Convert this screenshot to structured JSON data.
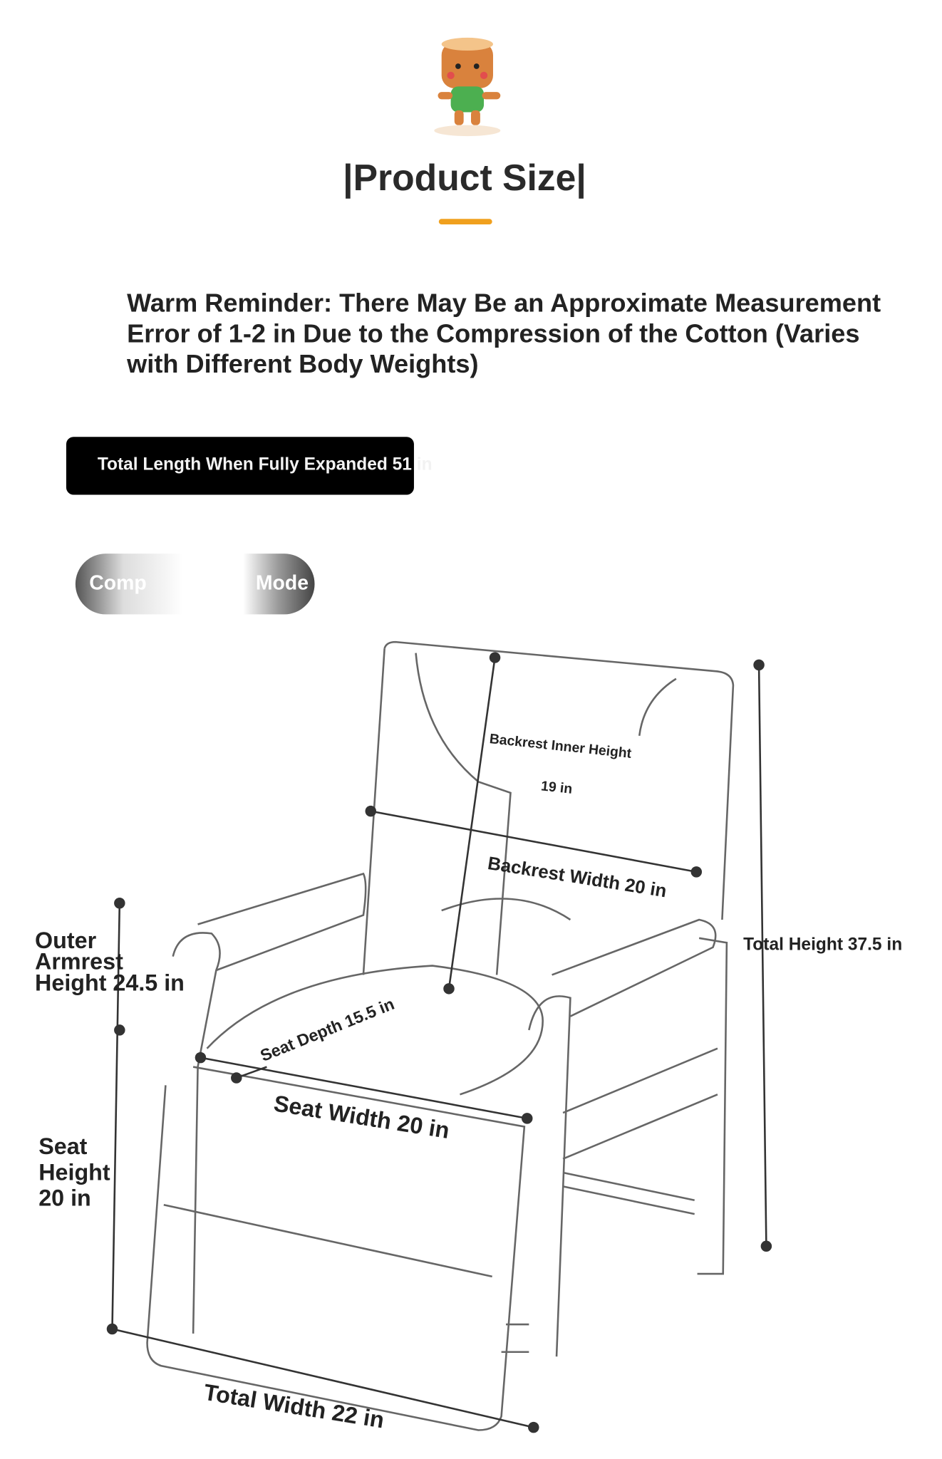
{
  "header": {
    "title": "|Product Size|",
    "mascot_icon": "tree-stump-mascot-icon",
    "accent_color": "#f0a01e"
  },
  "reminder": "Warm Reminder: There May Be an Approximate Measurement Error of 1-2 in Due to the Compression of the Cotton (Varies with Different Body Weights)",
  "expanded_length": "Total Length When Fully Expanded 51 in",
  "mode_label": {
    "start": "Comp",
    "end": "Mode"
  },
  "dimensions": {
    "backrest_inner_height_label": "Backrest Inner Height",
    "backrest_inner_height_value": "19 in",
    "backrest_width": "Backrest Width 20 in",
    "total_height": "Total Height 37.5 in",
    "outer_armrest_line1": "Outer",
    "outer_armrest_line2": "Armrest",
    "outer_armrest_line3": "Height 24.5 in",
    "seat_depth": "Seat Depth 15.5 in",
    "seat_width": "Seat Width 20 in",
    "seat_height_line1": "Seat",
    "seat_height_line2": "Height",
    "seat_height_line3": "20 in",
    "total_width": "Total Width 22 in"
  }
}
